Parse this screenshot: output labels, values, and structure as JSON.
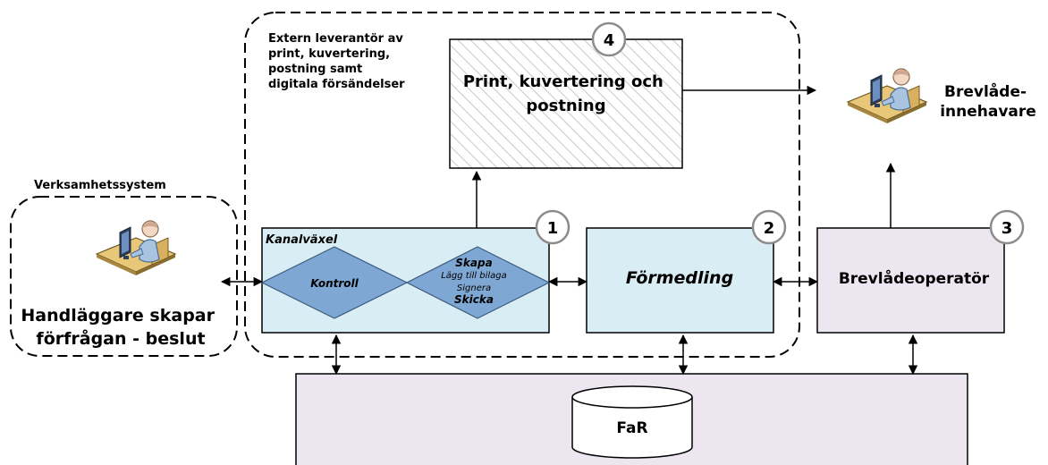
{
  "labels": {
    "vendor": [
      "Extern leverantör av",
      "print, kuvertering,",
      "postning samt",
      "digitala försändelser"
    ],
    "verksamhetssystem": "Verksamhetssystem",
    "handlaggare": [
      "Handläggare skapar",
      "förfrågan - beslut"
    ],
    "print_box": [
      "Print, kuvertering och",
      "postning"
    ],
    "brevlade_innehavare": [
      "Brevlåde-",
      "innehavare"
    ],
    "kanalvaxel": "Kanalväxel",
    "kontroll": "Kontroll",
    "skapa": "Skapa",
    "lagg_till_bilaga": "Lägg till bilaga",
    "signera": "Signera",
    "skicka": "Skicka",
    "formedling": "Förmedling",
    "brevladeoperator": "Brevlådeoperatör",
    "far": "FaR"
  },
  "badges": {
    "print": "4",
    "kanalvaxel": "1",
    "formedling": "2",
    "brevladeoperator": "3"
  },
  "colors": {
    "kanal_fill": "#d9edf5",
    "diamond_fill": "#7fa7d4",
    "formedling_fill": "#d9edf5",
    "operator_fill": "#ebe6f0",
    "far_fill": "#ebe6f0",
    "stroke": "#000000"
  },
  "icons": [
    "person-at-desk-icon",
    "person-at-desk-icon"
  ]
}
